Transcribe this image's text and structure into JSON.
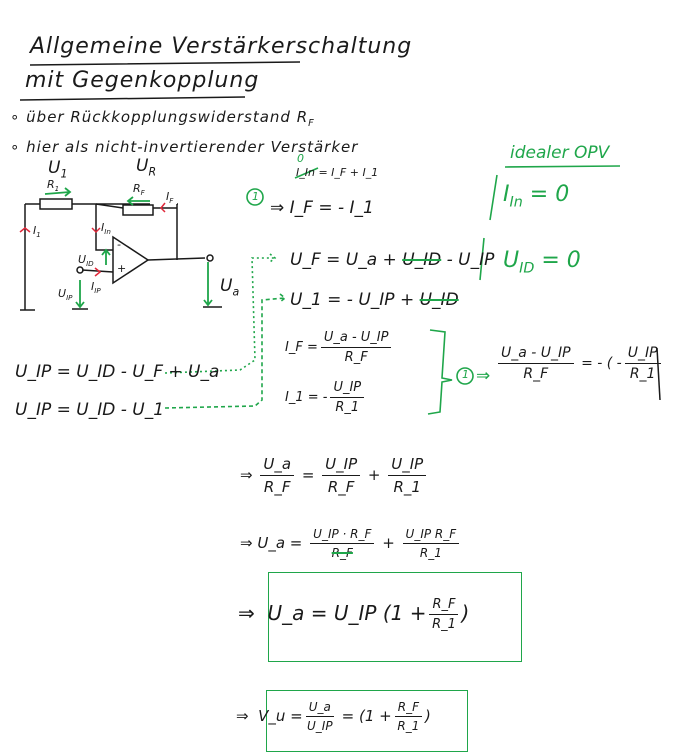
{
  "title": {
    "line1": "Allgemeine Verstärkerschaltung",
    "line2": "mit Gegenkopplung"
  },
  "bullets": [
    "über Rückkopplungswiderstand R",
    "hier als nicht-invertierender Verstärker"
  ],
  "bullet1_sub": "F",
  "circuit": {
    "u1": "U",
    "u1_sub": "1",
    "ur": "U",
    "ur_sub": "R",
    "r1": "R",
    "r1_sub": "1",
    "rf": "R",
    "rf_sub": "F",
    "if": "I",
    "if_sub": "F",
    "i1": "I",
    "i1_sub": "1",
    "iin": "I",
    "iin_sub": "In",
    "uid": "U",
    "uid_sub": "ID",
    "uip": "U",
    "uip_sub": "IP",
    "iip": "I",
    "iip_sub": "IP",
    "ua": "U",
    "ua_sub": "a",
    "minus": "-",
    "plus": "+"
  },
  "ideal": {
    "title": "idealer OPV",
    "c1": "I",
    "c1_sub": "In",
    "c1_rhs": "= 0",
    "c2": "U",
    "c2_sub": "ID",
    "c2_rhs": "= 0"
  },
  "equations": {
    "kcl": "I_In = I_F + I_1",
    "kcl_zero": "0",
    "marker": "1",
    "implies": "⇒",
    "if_eq": "I_F = - I_1",
    "uf_eq_a": "U_F = U_a + ",
    "uf_eq_struck": "U_ID",
    "uf_eq_b": " - U_IP",
    "u1_eq_a": "U_1 = - U_IP + ",
    "u1_eq_struck": "U_ID",
    "if_frac_lhs": "I_F =",
    "if_frac_num": "U_a - U_IP",
    "if_frac_den": "R_F",
    "i1_frac_lhs": "I_1 = -",
    "i1_frac_num": "U_IP",
    "i1_frac_den": "R_1",
    "combo_num": "U_a - U_IP",
    "combo_den": "R_F",
    "combo_rhs_a": "= - ( -",
    "combo_rhs_num": "U_IP",
    "combo_rhs_den": "R_1",
    "combo_rhs_b": ")",
    "mesh1": "U_IP = U_ID - U_F + U_a",
    "mesh2": "U_IP = U_ID - U_1",
    "s1_num_l": "U_a",
    "s1_den_l": "R_F",
    "s1_eq": "=",
    "s1_num_m": "U_IP",
    "s1_den_m": "R_F",
    "s1_plus": "+",
    "s1_num_r": "U_IP",
    "s1_den_r": "R_1",
    "s2_lhs": "U_a =",
    "s2_num_m": "U_IP · R_F",
    "s2_den_m": "R_F",
    "s2_plus": "+",
    "s2_num_r": "U_IP R_F",
    "s2_den_r": "R_1",
    "s3_lhs": "U_a = U_IP",
    "s3_open": "(1 +",
    "s3_num": "R_F",
    "s3_den": "R_1",
    "s3_close": ")",
    "s4_lhs": "V_u =",
    "s4_num": "U_a",
    "s4_den": "U_IP",
    "s4_mid": "= (1 +",
    "s4_num2": "R_F",
    "s4_den2": "R_1",
    "s4_close": ")"
  }
}
